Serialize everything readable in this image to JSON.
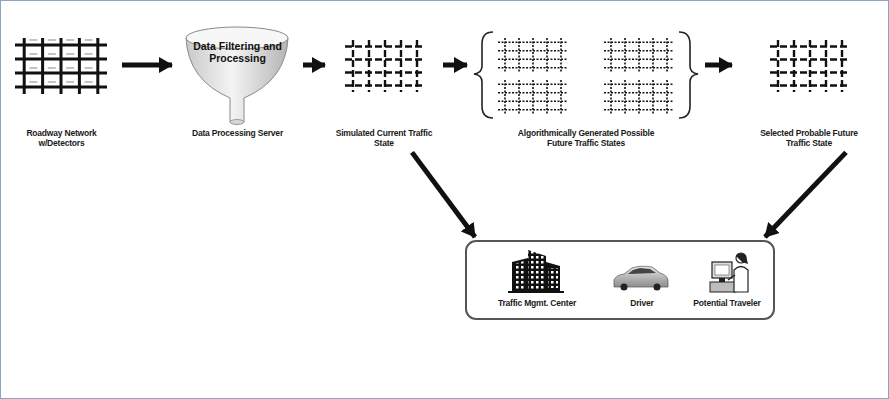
{
  "diagram": {
    "nodes": [
      {
        "text": [
          "Roadway Network w/Detectors"
        ]
      },
      {
        "text": [
          "Data Filtering and Processing",
          "Data Processing Server"
        ]
      },
      {
        "text": [
          "Simulated Current Traffic State"
        ]
      },
      {
        "text": [
          "Algorithmically Generated Possible Future Traffic States"
        ]
      },
      {
        "text": [
          "Selected Probable Future Traffic State"
        ]
      },
      {
        "text": []
      },
      {
        "text": [
          "Traffic Mgmt. Center"
        ],
        "in": 5
      },
      {
        "text": [
          "Driver"
        ],
        "in": 5
      },
      {
        "text": [
          "Potential Traveler"
        ],
        "in": 5
      }
    ],
    "edges": [
      {
        "from": 0,
        "to": 1,
        "arrow": "to"
      },
      {
        "from": 1,
        "to": 2,
        "arrow": "to"
      },
      {
        "from": 2,
        "to": 3,
        "arrow": "to"
      },
      {
        "from": 3,
        "to": 4,
        "arrow": "to"
      },
      {
        "from": 2,
        "to": 5,
        "arrow": "to"
      },
      {
        "from": 4,
        "to": 5,
        "arrow": "to"
      }
    ]
  }
}
